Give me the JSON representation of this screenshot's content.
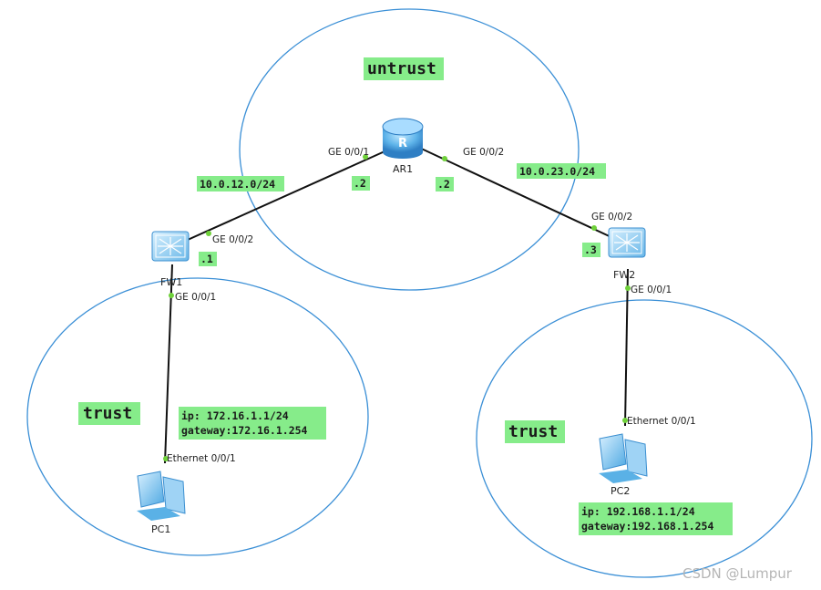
{
  "zones": {
    "untrust": "untrust",
    "trust_left": "trust",
    "trust_right": "trust"
  },
  "devices": {
    "ar1": "AR1",
    "fw1": "FW1",
    "fw2": "FW2",
    "pc1": "PC1",
    "pc2": "PC2"
  },
  "ports": {
    "ar1_left": "GE 0/0/1",
    "ar1_right": "GE 0/0/2",
    "fw1_up": "GE 0/0/2",
    "fw1_down": "GE 0/0/1",
    "fw2_up": "GE 0/0/2",
    "fw2_down": "GE 0/0/1",
    "pc1_eth": "Ethernet 0/0/1",
    "pc2_eth": "Ethernet 0/0/1"
  },
  "networks": {
    "left_subnet": "10.0.12.0/24",
    "right_subnet": "10.0.23.0/24"
  },
  "host_octets": {
    "ar1_left": ".2",
    "ar1_right": ".2",
    "fw1": ".1",
    "fw2": ".3"
  },
  "pc1_config": {
    "ip": "ip: 172.16.1.1/24",
    "gateway": "gateway:172.16.1.254"
  },
  "pc2_config": {
    "ip": "ip: 192.168.1.1/24",
    "gateway": "gateway:192.168.1.254"
  },
  "watermark": "CSDN @Lumpur",
  "colors": {
    "zone_outline": "#3a8fd6",
    "label_highlight": "#86ec8a",
    "port_dot": "#6fd13a",
    "link": "#111111"
  }
}
